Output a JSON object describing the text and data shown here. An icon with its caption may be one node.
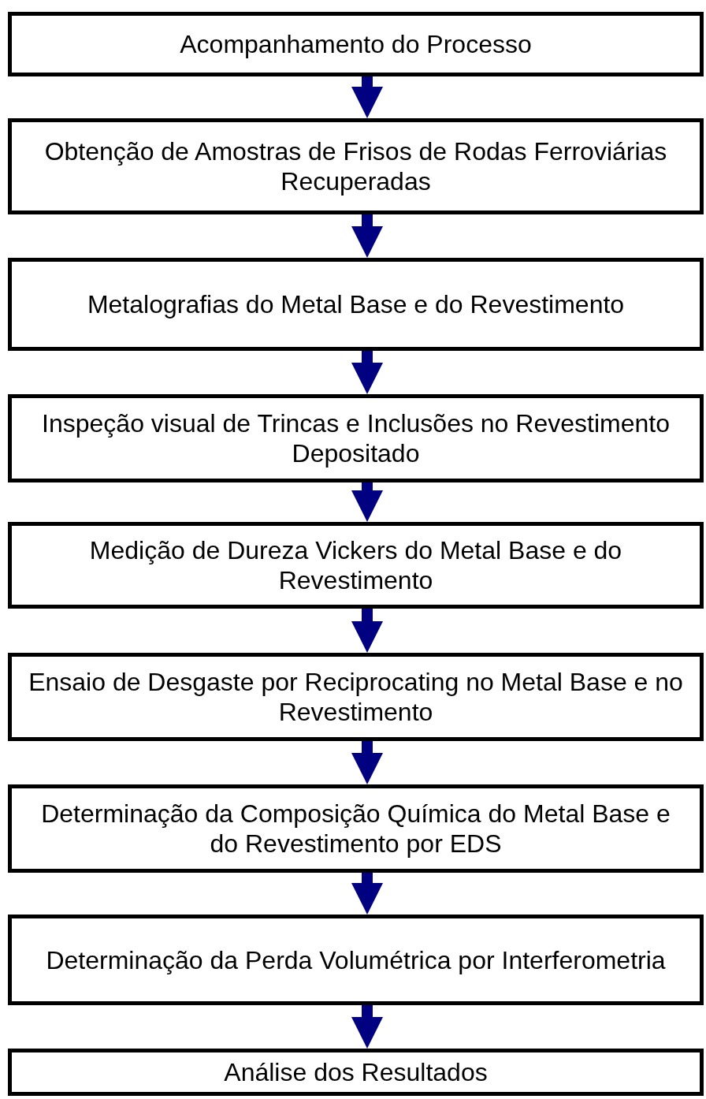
{
  "diagram": {
    "nodes": [
      {
        "text": [
          "Acompanhamento do Processo"
        ]
      },
      {
        "text": [
          "Obtenção de Amostras de Frisos de Rodas Ferroviárias Recuperadas"
        ]
      },
      {
        "text": [
          "Metalografias do Metal Base e do Revestimento"
        ]
      },
      {
        "text": [
          "Inspeção visual de Trincas e Inclusões no Revestimento Depositado"
        ]
      },
      {
        "text": [
          "Medição de Dureza Vickers do Metal Base e do Revestimento"
        ]
      },
      {
        "text": [
          "Ensaio de Desgaste por Reciprocating no Metal Base e no Revestimento"
        ]
      },
      {
        "text": [
          "Determinação da Composição Química do Metal Base e do Revestimento por EDS"
        ]
      },
      {
        "text": [
          "Determinação da Perda Volumétrica por Interferometria"
        ]
      },
      {
        "text": [
          "Análise dos Resultados"
        ]
      }
    ],
    "edges": [
      {
        "from": 0,
        "to": 1,
        "arrow": "to"
      },
      {
        "from": 1,
        "to": 2,
        "arrow": "to"
      },
      {
        "from": 2,
        "to": 3,
        "arrow": "to"
      },
      {
        "from": 3,
        "to": 4,
        "arrow": "to"
      },
      {
        "from": 4,
        "to": 5,
        "arrow": "to"
      },
      {
        "from": 5,
        "to": 6,
        "arrow": "to"
      },
      {
        "from": 6,
        "to": 7,
        "arrow": "to"
      },
      {
        "from": 7,
        "to": 8,
        "arrow": "to"
      }
    ]
  }
}
